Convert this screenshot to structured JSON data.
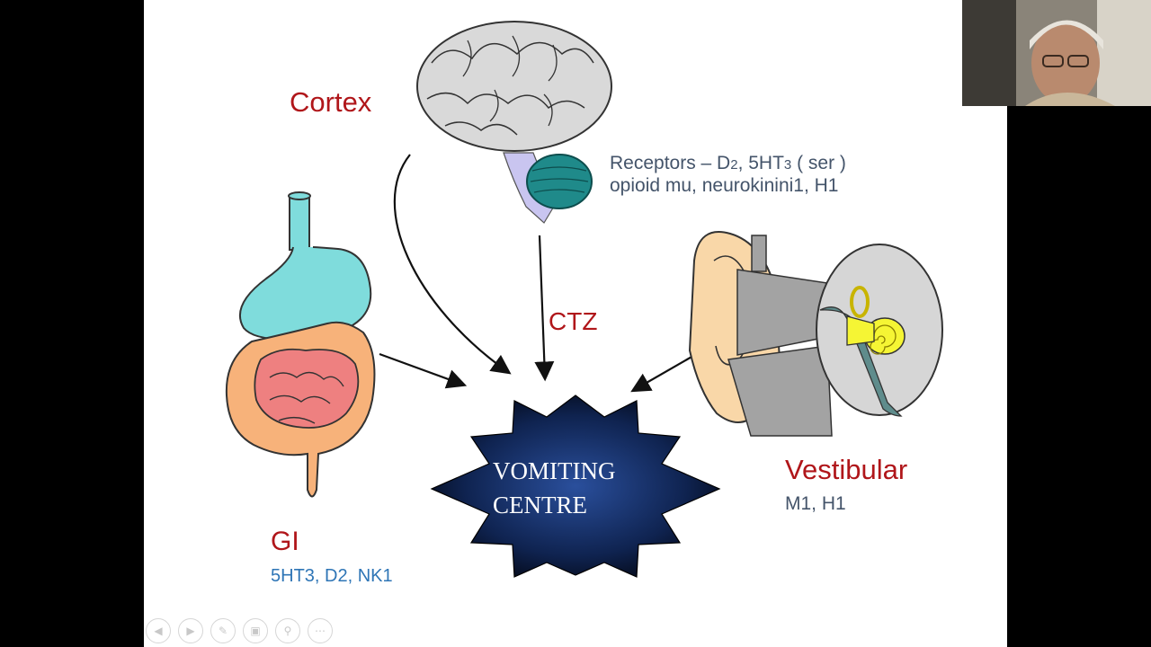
{
  "diagram": {
    "cortex_label": "Cortex",
    "ctz_label": "CTZ",
    "receptors_line1_a": "Receptors – D",
    "receptors_line1_sub1": "2",
    "receptors_line1_b": ", 5HT",
    "receptors_line1_sub2": "3",
    "receptors_line1_c": " ( ser )",
    "receptors_line2": "opioid mu, neurokinini1, H1",
    "gi_label": "GI",
    "gi_receptors": "5HT3, D2, NK1",
    "vestibular_label": "Vestibular",
    "vestibular_receptors": "M1, H1",
    "vomiting_centre_line1": "VOMITING",
    "vomiting_centre_line2": "CENTRE"
  },
  "colors": {
    "label_red": "#b0161a",
    "receptor_gray_blue": "#44546a",
    "gi_receptor_blue": "#2e75b6",
    "star_dark": "#0b1a3a",
    "star_light": "#2a4f9c"
  },
  "toolbar": {
    "icons": [
      "prev-icon",
      "next-icon",
      "pen-icon",
      "slides-icon",
      "zoom-icon",
      "more-icon"
    ]
  },
  "webcam": {
    "icon": "presenter-video"
  }
}
